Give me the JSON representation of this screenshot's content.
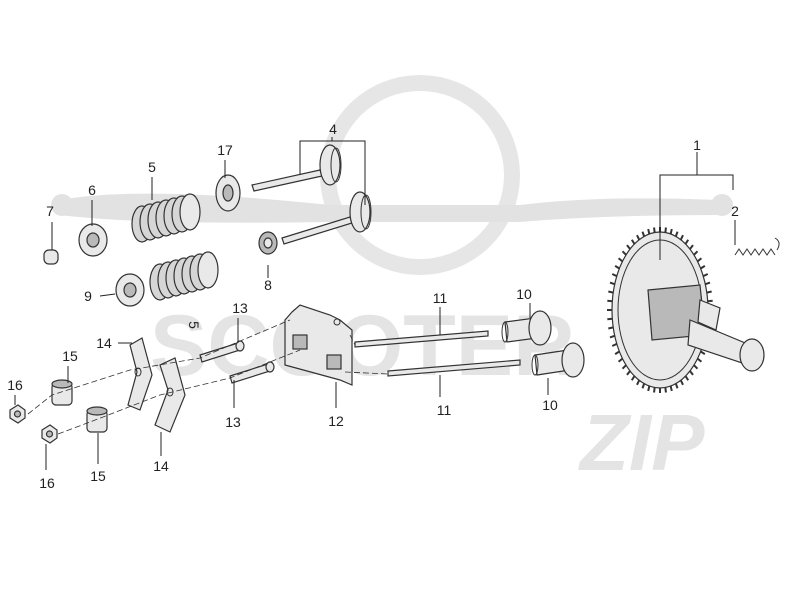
{
  "watermark": {
    "brand_line1": "SCOOTER",
    "brand_line2": "ZIP"
  },
  "callouts": [
    {
      "id": "callout-1",
      "label": "1"
    },
    {
      "id": "callout-2",
      "label": "2"
    },
    {
      "id": "callout-4",
      "label": "4"
    },
    {
      "id": "callout-5a",
      "label": "5"
    },
    {
      "id": "callout-5b",
      "label": "5"
    },
    {
      "id": "callout-6",
      "label": "6"
    },
    {
      "id": "callout-7",
      "label": "7"
    },
    {
      "id": "callout-8",
      "label": "8"
    },
    {
      "id": "callout-9",
      "label": "9"
    },
    {
      "id": "callout-10a",
      "label": "10"
    },
    {
      "id": "callout-10b",
      "label": "10"
    },
    {
      "id": "callout-11a",
      "label": "11"
    },
    {
      "id": "callout-11b",
      "label": "11"
    },
    {
      "id": "callout-12",
      "label": "12"
    },
    {
      "id": "callout-13a",
      "label": "13"
    },
    {
      "id": "callout-13b",
      "label": "13"
    },
    {
      "id": "callout-14a",
      "label": "14"
    },
    {
      "id": "callout-14b",
      "label": "14"
    },
    {
      "id": "callout-15a",
      "label": "15"
    },
    {
      "id": "callout-15b",
      "label": "15"
    },
    {
      "id": "callout-16a",
      "label": "16"
    },
    {
      "id": "callout-16b",
      "label": "16"
    },
    {
      "id": "callout-17",
      "label": "17"
    }
  ]
}
